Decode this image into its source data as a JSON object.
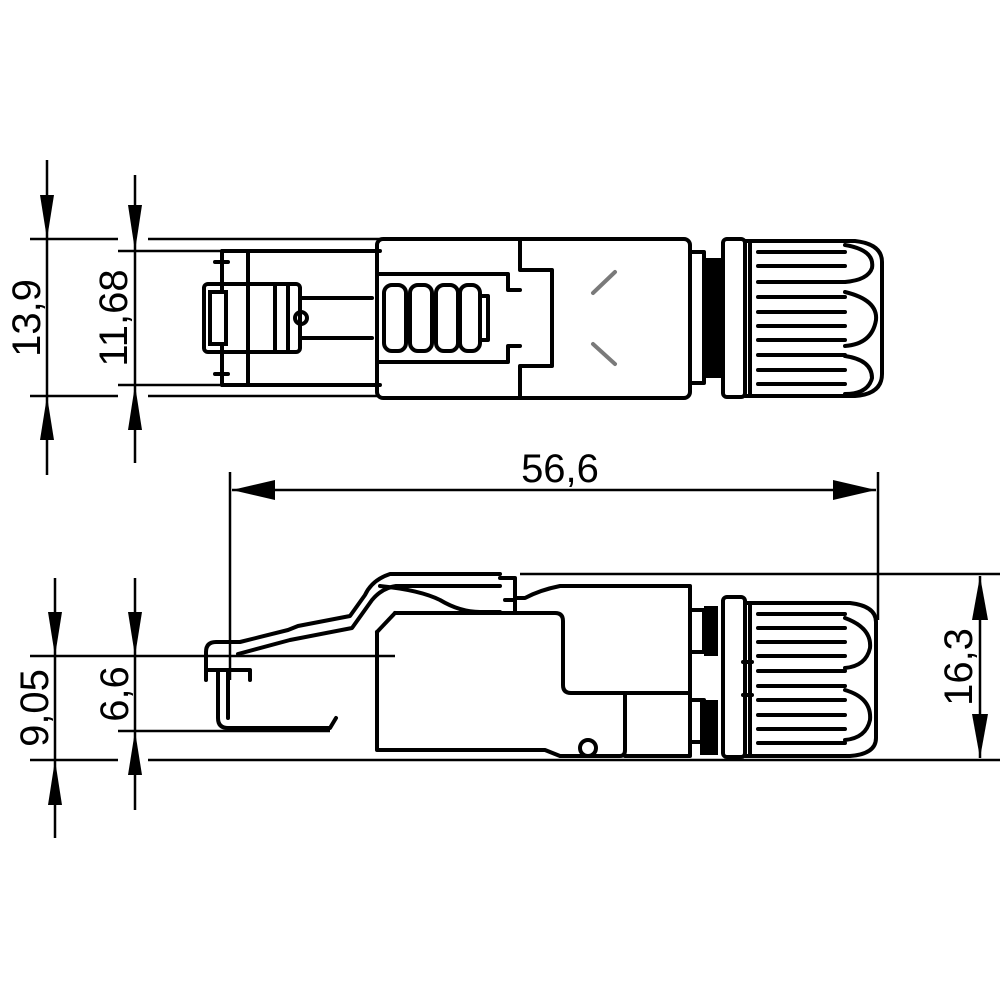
{
  "drawing": {
    "subject": "RJ45 connector dimension drawing",
    "units": "mm",
    "views": [
      {
        "name": "top-view",
        "label": ""
      },
      {
        "name": "side-view",
        "label": ""
      }
    ],
    "colors": {
      "line": "#000000",
      "accent_line": "#7a7a7a",
      "background": "#ffffff"
    }
  },
  "dimensions": {
    "top_view_total_height": "13,9",
    "top_view_plug_height": "11,68",
    "overall_length": "56,6",
    "side_view_total_height": "16,3",
    "side_view_plug_height": "9,05",
    "side_view_contact_height": "6,6"
  }
}
